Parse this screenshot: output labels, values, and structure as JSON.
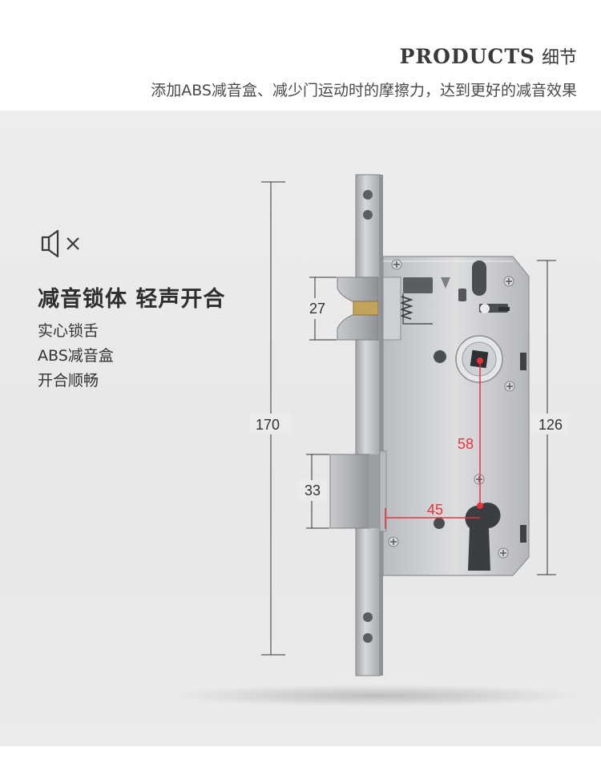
{
  "header": {
    "title_en": "PRODUCTS",
    "title_cn": "细节",
    "subtitle": "添加ABS减音盒、减少门运动时的摩擦力，达到更好的减音效果"
  },
  "feature": {
    "icon": "speaker-mute-icon",
    "title": "减音锁体 轻声开合",
    "items": [
      "实心锁舌",
      "ABS减音盒",
      "开合顺畅"
    ]
  },
  "dimensions": {
    "total_height": "170",
    "latch_height": "27",
    "bolt_height": "33",
    "case_height": "126",
    "center_distance": "58",
    "backset": "45"
  },
  "colors": {
    "accent_red": "#e8323c",
    "text_dark": "#333333",
    "panel_bg": "#ebebeb"
  }
}
